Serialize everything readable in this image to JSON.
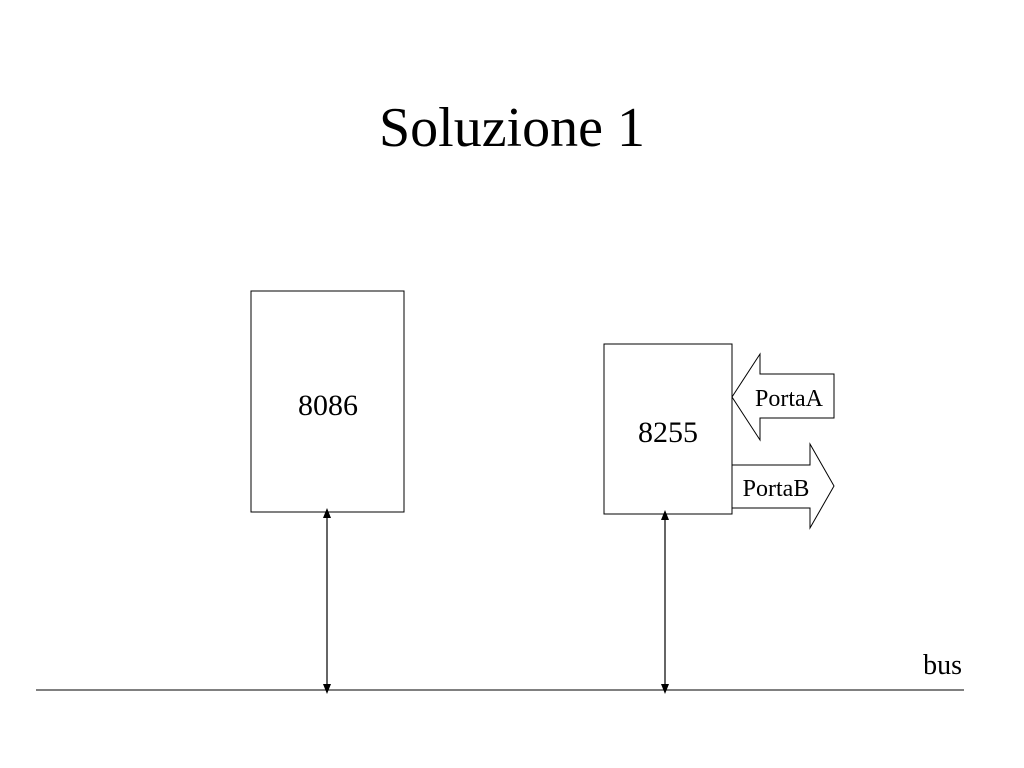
{
  "slide": {
    "title": "Soluzione 1"
  },
  "diagram": {
    "cpu_label": "8086",
    "ppi_label": "8255",
    "port_a_label": "PortaA",
    "port_b_label": "PortaB",
    "bus_label": "bus"
  }
}
